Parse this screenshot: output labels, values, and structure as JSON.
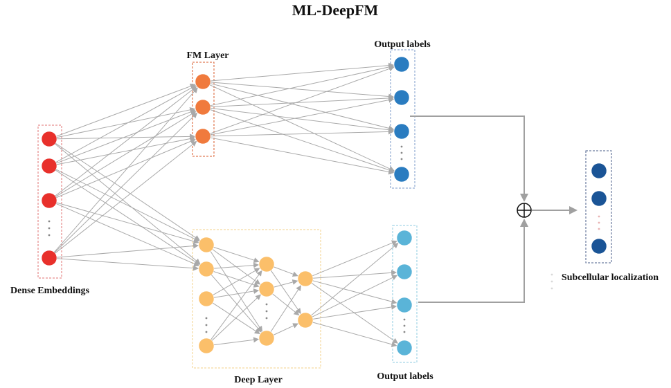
{
  "title": "ML-DeepFM",
  "labels": {
    "fm_layer": "FM Layer",
    "output_labels_top": "Output labels",
    "output_labels_bottom": "Output labels",
    "dense_embeddings": "Dense Embeddings",
    "deep_layer": "Deep Layer",
    "subcellular": "Subcellular localization"
  },
  "colors": {
    "dense": "#e8302b",
    "fm": "#f07a3d",
    "out_top": "#2a7cc0",
    "deep": "#fbbf6a",
    "out_bottom": "#5ab4d8",
    "final": "#1a5496",
    "edge": "#a9a9a9"
  },
  "icons": {
    "sum": "circled-plus-icon",
    "arrow": "arrow-right-icon"
  }
}
